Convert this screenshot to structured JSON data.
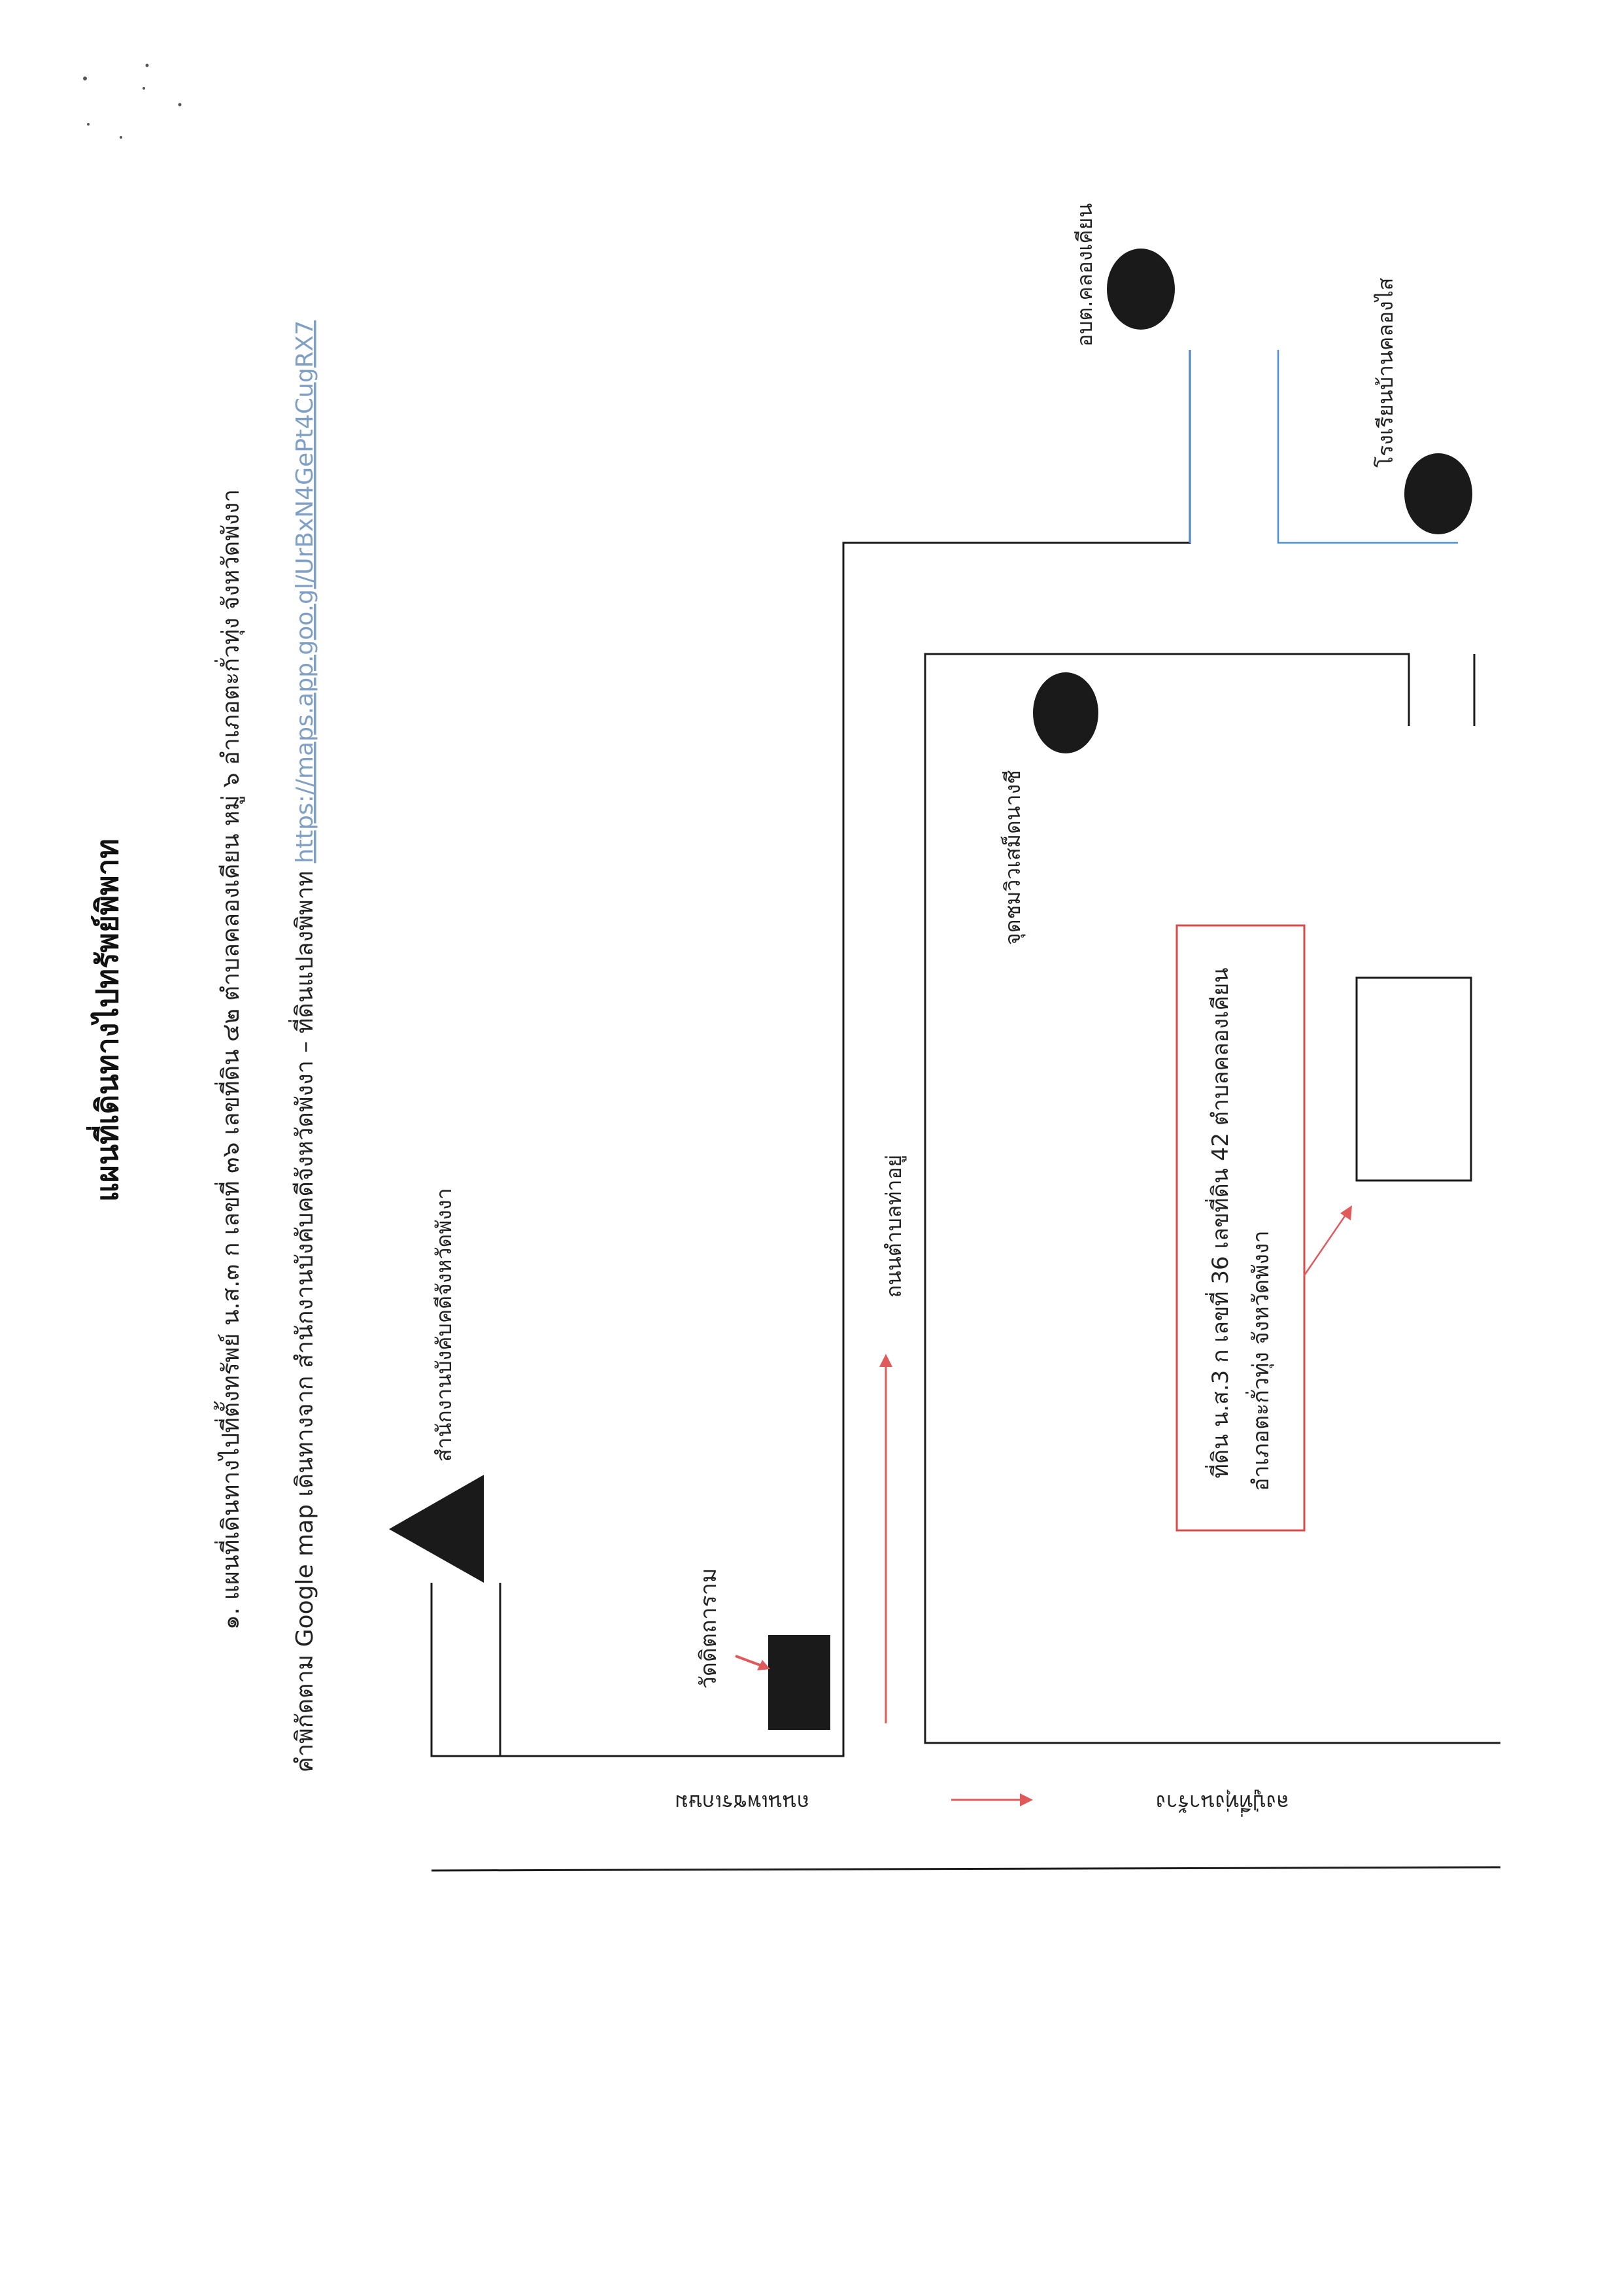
{
  "document": {
    "title": "แผนที่เดินทางไปทรัพย์พิพาท",
    "line1": "๑. แผนที่เดินทางไปที่ตั้งทรัพย์ น.ส.๓ ก เลขที่ ๓๖ เลขที่ดิน ๔๒ ตำบลคลองเคียน หมู่ ๖ อำเภอตะกั่วทุ่ง จังหวัดพังงา",
    "line2": "คำพิกัดตาม Google map เดินทางจาก สำนักงานบังคับคดีจังหวัดพังงา – ที่ดินแปลงพิพาท ",
    "line2_link": "https://maps.app.goo.gl/UrBxN4GePt4CugRX7"
  },
  "map": {
    "labels": {
      "left_road": "ถนนเพชรเกษม",
      "right_road": "ลงปู่ที่ทุ่งนาร้าง",
      "office": "สำนักงานบังคับคดีจังหวัดพังงา",
      "temple": "วัดดิตถาราม",
      "sub_road": "ถนนตำบลท่าอยู่",
      "viewpoint": "จุดชมวิวเสม็ดนางชี",
      "obt": "อบต.คลองเคียน",
      "school": "โรงเรียนบ้านคลองไส",
      "land_line1": "ที่ดิน น.ส.3 ก เลขที่ 36 เลขที่ดิน 42 ตำบลคลองเคียน",
      "land_line2": "อำเภอตะกั่วทุ่ง จังหวัดพังงา"
    },
    "colors": {
      "road": "#1a1a1a",
      "branch_road": "#4a90d9",
      "arrow": "#e05a5a",
      "landmark": "#1a1a1a",
      "label_box": "#d94a4a"
    }
  }
}
